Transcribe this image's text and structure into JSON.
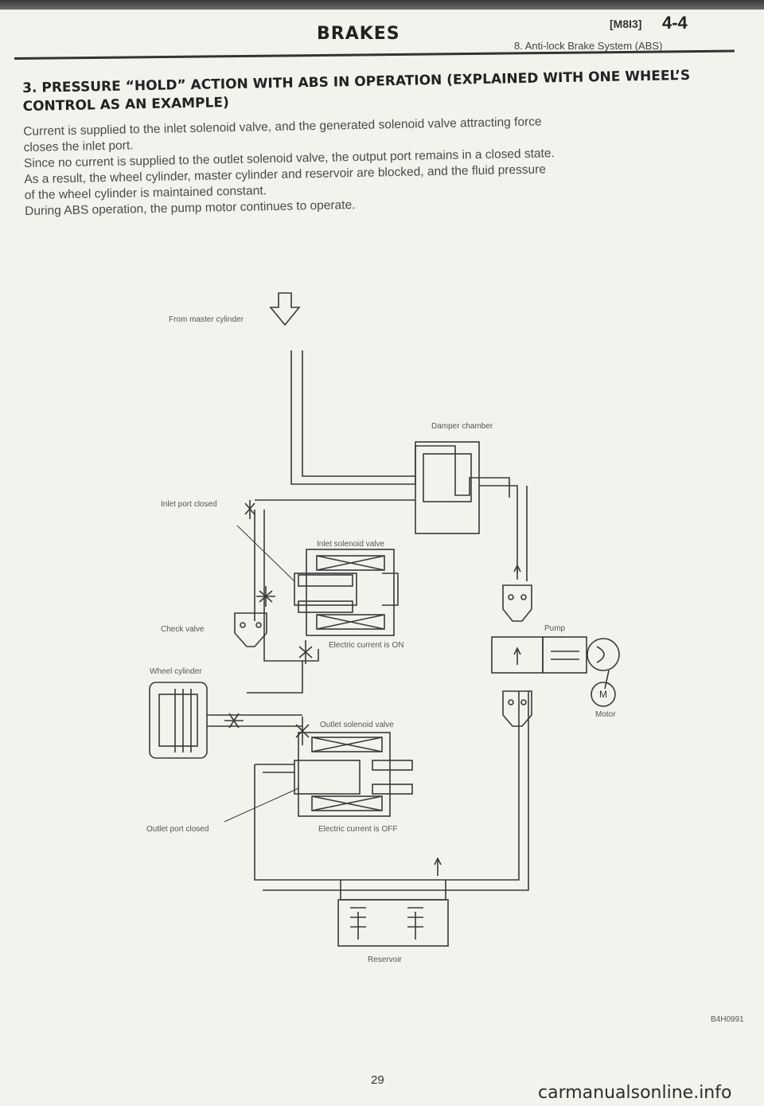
{
  "header": {
    "title": "BRAKES",
    "code": "[M8I3]",
    "page_section": "4-4",
    "subtitle": "8. Anti-lock Brake System (ABS)"
  },
  "section": {
    "title_line1": "3. PRESSURE “HOLD” ACTION WITH ABS IN OPERATION (EXPLAINED WITH ONE WHEEL’S",
    "title_line2": "CONTROL AS AN EXAMPLE)",
    "paragraphs": [
      "Current is supplied to the inlet solenoid valve, and the generated solenoid valve attracting force",
      "closes the inlet port.",
      "Since no current is supplied to the outlet solenoid valve, the output port remains in a closed state.",
      "As a result, the wheel cylinder, master cylinder and reservoir are blocked, and the fluid pressure",
      "of the wheel cylinder is maintained constant.",
      "During ABS operation, the pump motor continues to operate."
    ]
  },
  "diagram": {
    "labels": {
      "from_master": "From master cylinder",
      "damper": "Damper chamber",
      "inlet_port": "Inlet port closed",
      "inlet_valve": "Inlet solenoid valve",
      "check_valve": "Check valve",
      "current_on": "Electric current is ON",
      "pump": "Pump",
      "wheel_cyl": "Wheel cylinder",
      "motor_m": "M",
      "motor": "Motor",
      "outlet_valve": "Outlet solenoid valve",
      "outlet_port": "Outlet port closed",
      "current_off": "Electric current is OFF",
      "reservoir": "Reservoir"
    },
    "figure_code": "B4H0991"
  },
  "footer": {
    "page_number": "29",
    "watermark": "carmanualsonline.info"
  }
}
